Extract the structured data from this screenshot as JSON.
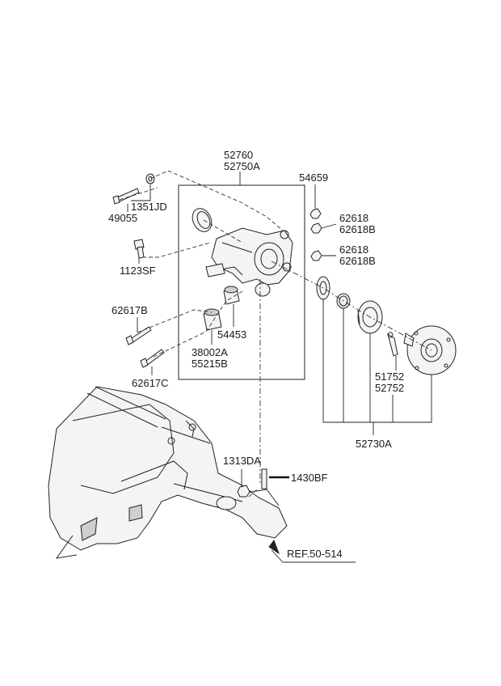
{
  "labels": {
    "knuckle_a": "52760",
    "knuckle_b": "52750A",
    "nut_54659": "54659",
    "washer_1351jd": "1351JD",
    "bolt_49055": "49055",
    "nut_62618_top": "62618",
    "nut_62618b_top": "62618B",
    "nut_62618_mid": "62618",
    "nut_62618b_mid": "62618B",
    "bolt_1123sf": "1123SF",
    "bolt_62617b": "62617B",
    "bushing_54453": "54453",
    "bushing_38002a": "38002A",
    "bushing_55215b": "55215B",
    "bolt_62617c": "62617C",
    "hub_bolt_51752": "51752",
    "hub_bolt_52752": "52752",
    "hub_assy_52730a": "52730A",
    "nut_1313da": "1313DA",
    "bolt_1430bf": "1430BF",
    "ref": "REF.50-514"
  }
}
